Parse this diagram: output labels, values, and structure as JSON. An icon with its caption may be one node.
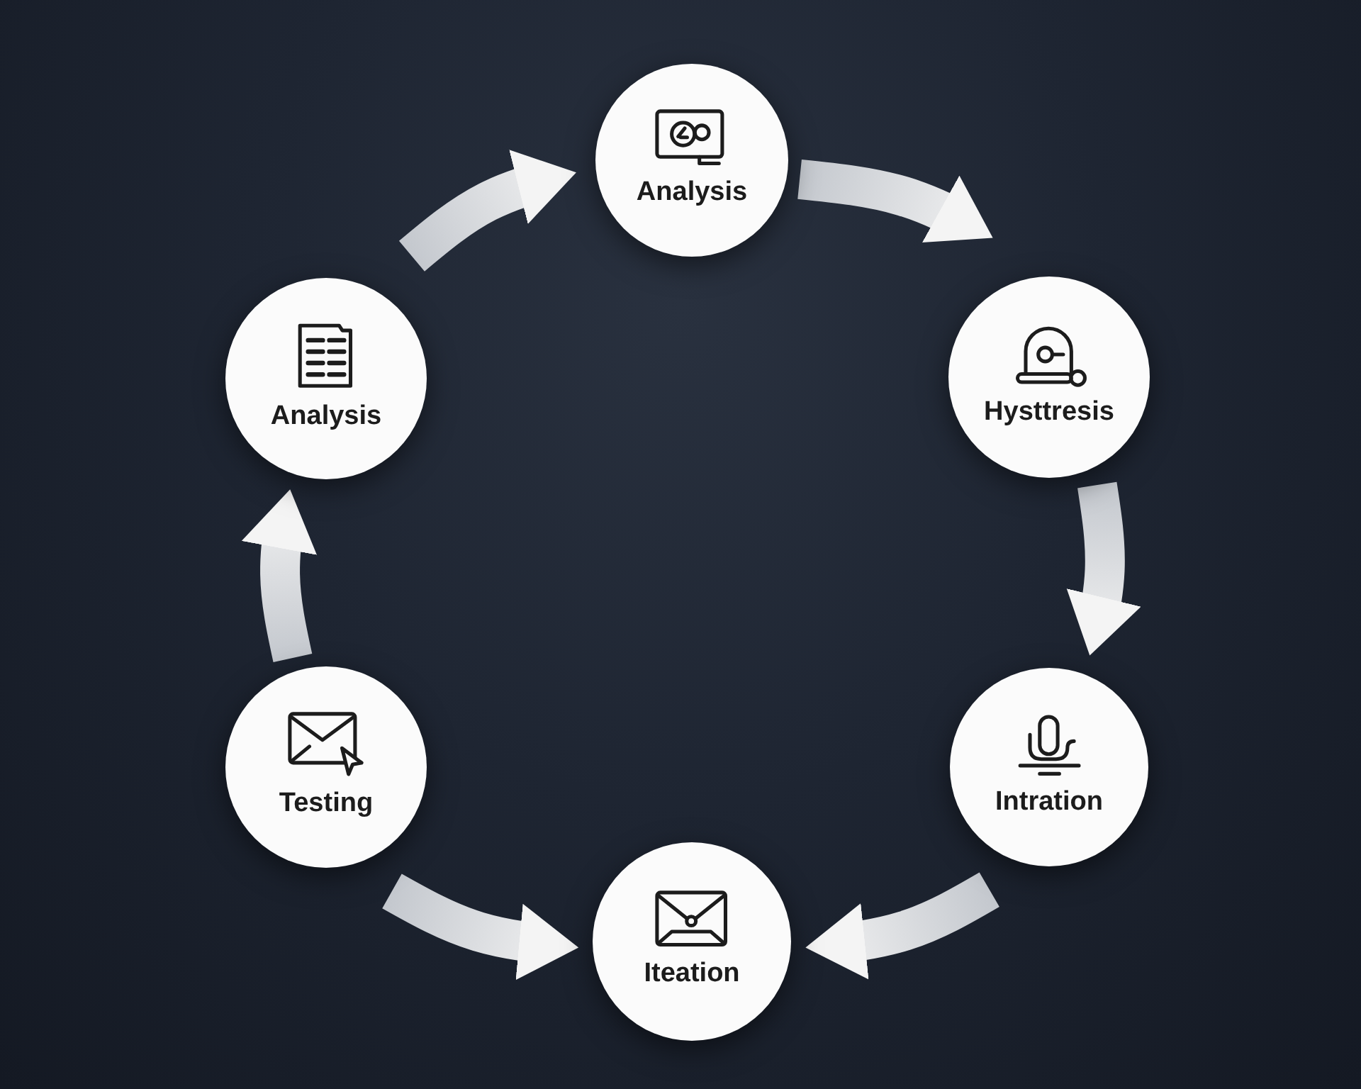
{
  "diagram": {
    "nodes": [
      {
        "text": [
          "Analysis"
        ]
      },
      {
        "text": [
          "Analysis"
        ]
      },
      {
        "text": [
          "Hysttresis"
        ]
      },
      {
        "text": [
          "Testing"
        ]
      },
      {
        "text": [
          "Intration"
        ]
      },
      {
        "text": [
          "Iteation"
        ]
      }
    ],
    "edges": [
      {
        "from": 0,
        "to": 2,
        "arrow": "to"
      },
      {
        "from": 2,
        "to": 4,
        "arrow": "to"
      },
      {
        "from": 4,
        "to": 5,
        "arrow": "to"
      },
      {
        "from": 3,
        "to": 5,
        "arrow": "to"
      },
      {
        "from": 3,
        "to": 1,
        "arrow": "to"
      },
      {
        "from": 1,
        "to": 0,
        "arrow": "to"
      }
    ]
  }
}
